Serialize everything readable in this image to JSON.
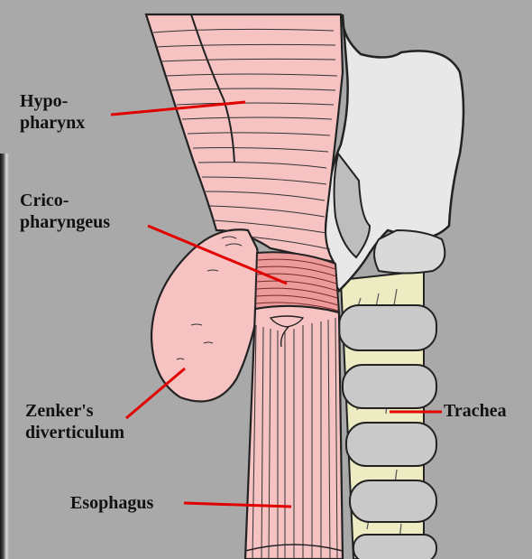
{
  "labels": {
    "hypopharynx": [
      "Hypo-",
      "pharynx"
    ],
    "cricopharyngeus": [
      "Crico-",
      "pharyngeus"
    ],
    "zenkers": [
      "Zenker's",
      "diverticulum"
    ],
    "esophagus": "Esophagus",
    "trachea": "Trachea"
  },
  "colors": {
    "background": "#a9a9a9",
    "tissue": "#f6c2c2",
    "muscle_band": "#ec9a9a",
    "cartilage": "#e8e8e8",
    "trachea_ring": "#c9c9c9",
    "trachea_tissue": "#ecebc2",
    "pointer": "#e00000"
  }
}
